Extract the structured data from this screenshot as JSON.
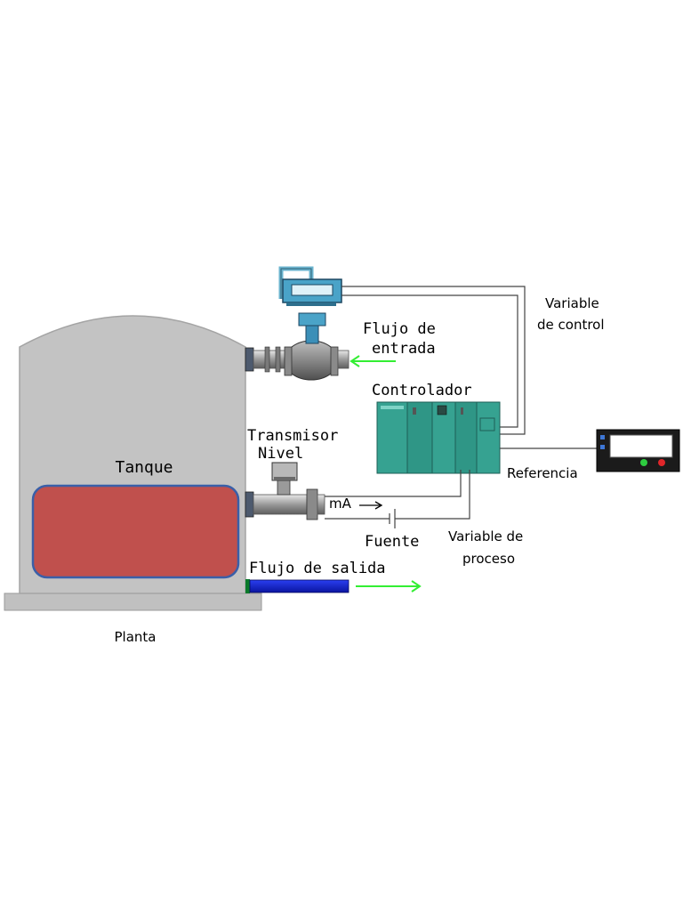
{
  "labels": {
    "tank": "Tanque",
    "plant": "Planta",
    "inlet_flow_line1": "Flujo de",
    "inlet_flow_line2": "entrada",
    "controller": "Controlador",
    "control_variable_line1": "Variable",
    "control_variable_line2": "de control",
    "transmitter_line1": "Transmisor",
    "transmitter_line2": "Nivel",
    "reference": "Referencia",
    "current_unit": "mA",
    "power_source": "Fuente",
    "process_variable_line1": "Variable de",
    "process_variable_line2": "proceso",
    "outlet_flow": "Flujo de salida"
  },
  "icons": {
    "flow_arrow": "green-arrow",
    "current_arrow": "right-arrow"
  },
  "colors": {
    "tank_body": "#c3c3c3",
    "tank_liquid": "#c0504d",
    "liquid_border": "#3a5fa8",
    "controller": "#2f9686",
    "outlet_pipe": "#0a1fc8",
    "flow_arrow": "#33ee33",
    "valve_actuator": "#4aa3c8",
    "panel": "#1b1b1b"
  }
}
